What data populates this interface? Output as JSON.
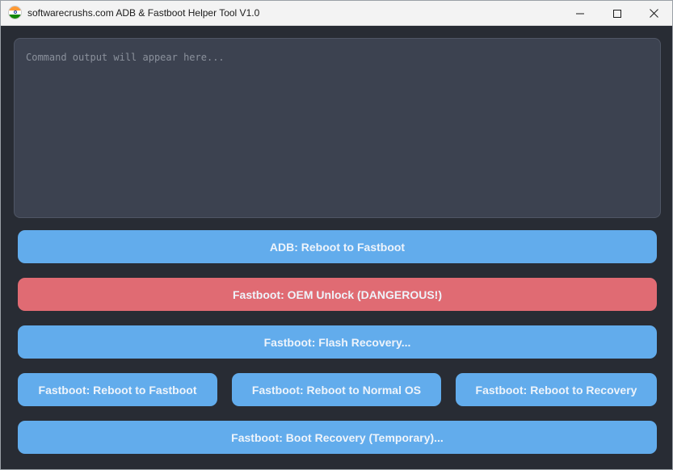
{
  "window": {
    "title": "softwarecrushs.com ADB & Fastboot Helper Tool V1.0",
    "icon": "india-flag-icon"
  },
  "output": {
    "placeholder": "Command output will appear here..."
  },
  "buttons": {
    "adb_reboot_fastboot": "ADB: Reboot to Fastboot",
    "oem_unlock": "Fastboot: OEM Unlock (DANGEROUS!)",
    "flash_recovery": "Fastboot: Flash Recovery...",
    "fb_reboot_fastboot": "Fastboot: Reboot to Fastboot",
    "fb_reboot_os": "Fastboot: Reboot to Normal OS",
    "fb_reboot_recovery": "Fastboot: Reboot to Recovery",
    "boot_recovery": "Fastboot: Boot Recovery (Temporary)..."
  },
  "colors": {
    "background": "#282c34",
    "output_bg": "#3c4250",
    "button_blue": "#62acec",
    "button_red": "#e06b73"
  }
}
